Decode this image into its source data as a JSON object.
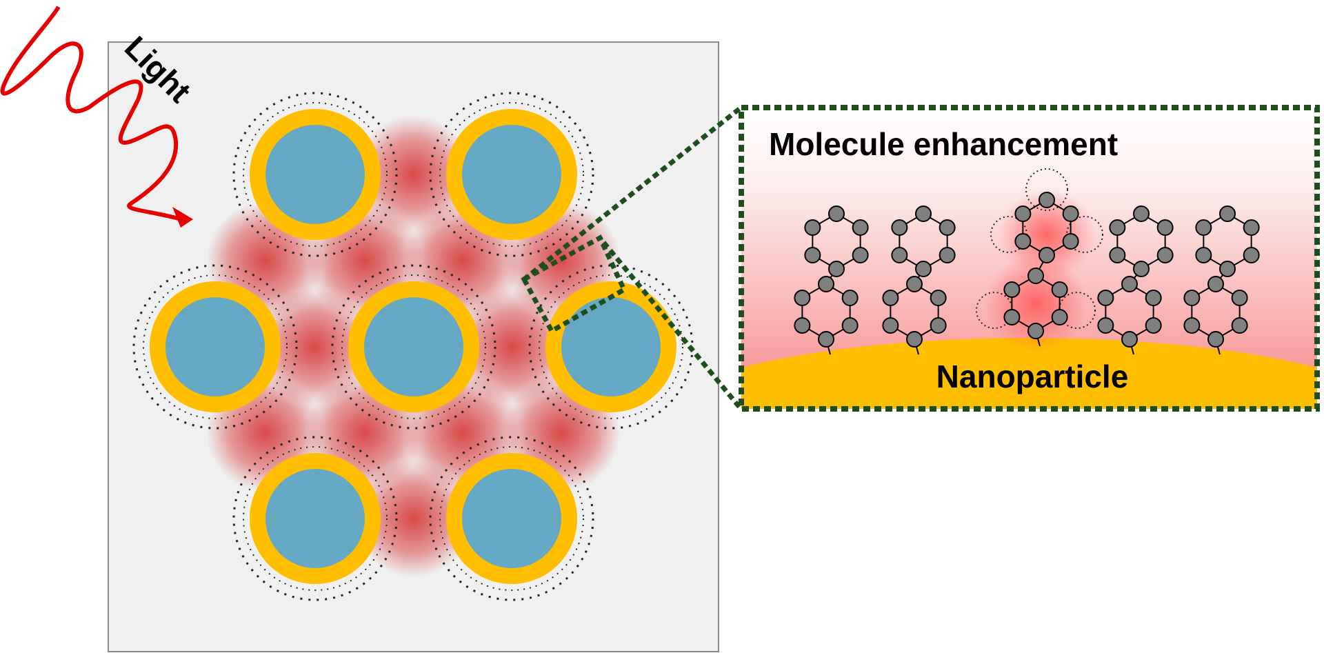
{
  "labels": {
    "light": "Light",
    "inset_title": "Molecule enhancement",
    "nanoparticle": "Nanoparticle"
  },
  "colors": {
    "panel_bg": "#f0f0f0",
    "panel_border": "#8a8a8a",
    "shell": "#ffbe00",
    "core": "#64a8c4",
    "hotspot": "#d62b2b",
    "light_wave": "#e60000",
    "inset_border": "#1e4d1e",
    "molecule_atom": "#808080"
  }
}
